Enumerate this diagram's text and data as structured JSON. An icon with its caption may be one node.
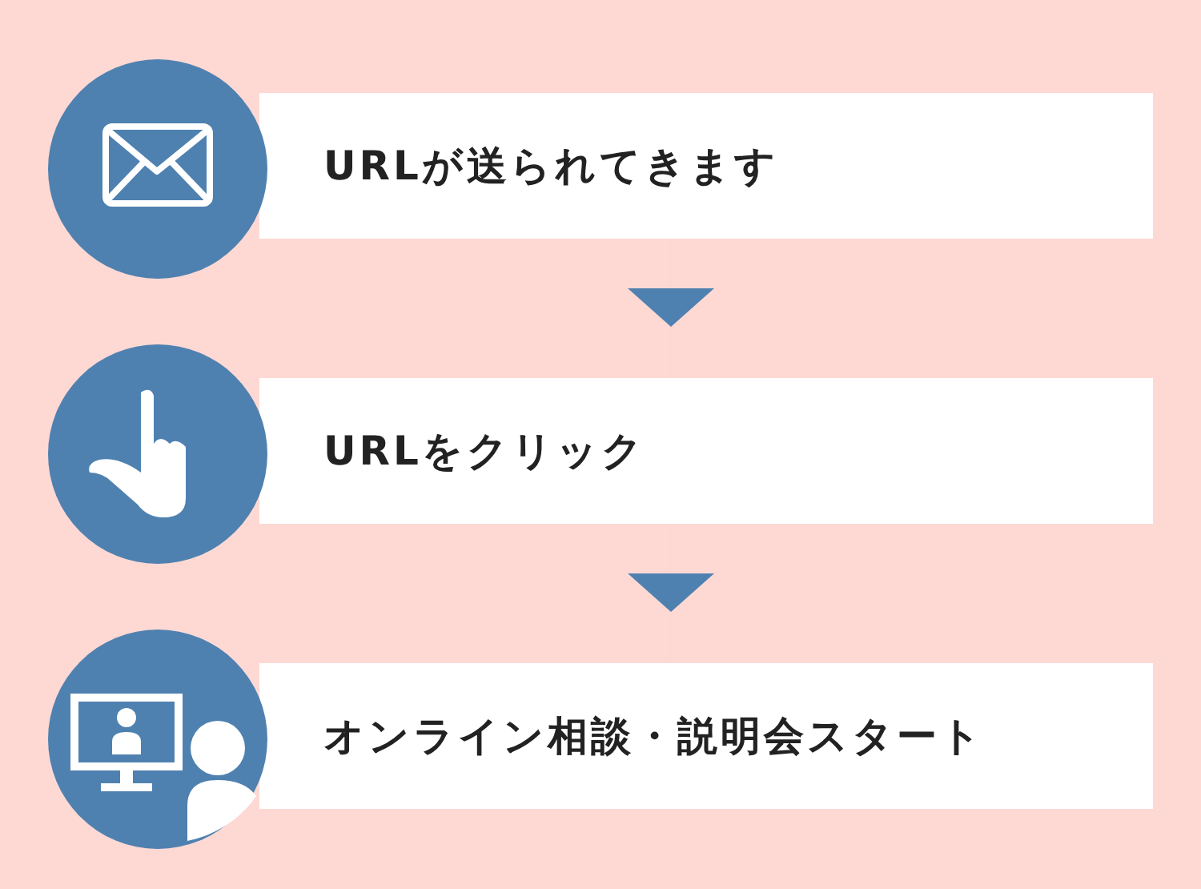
{
  "diagram": {
    "nodes": [
      {
        "text": [
          "URLが送られてきます"
        ]
      },
      {
        "text": [
          "URLをクリック"
        ]
      },
      {
        "text": [
          "オンライン相談・説明会スタート"
        ]
      }
    ],
    "edges": [
      {
        "from": 0,
        "to": 1,
        "arrow": "to"
      },
      {
        "from": 1,
        "to": 2,
        "arrow": "to"
      }
    ]
  }
}
